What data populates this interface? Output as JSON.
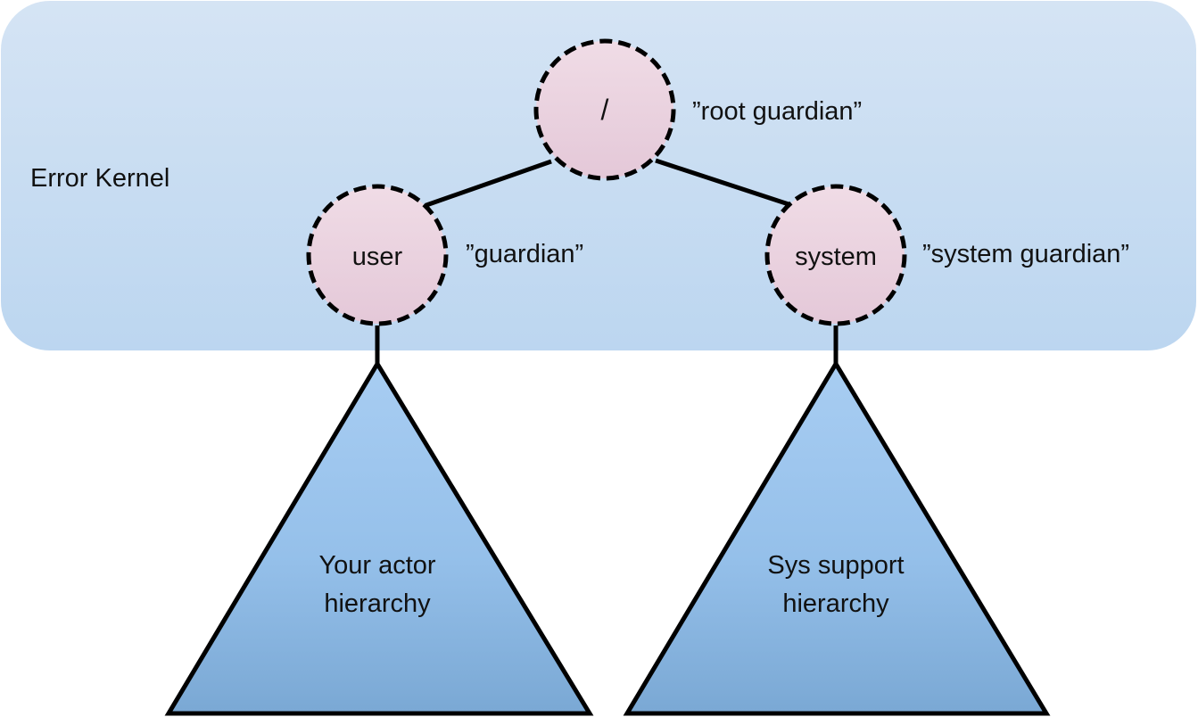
{
  "region": {
    "label": "Error Kernel"
  },
  "nodes": {
    "root": {
      "text": "/",
      "annotation": "”root guardian”"
    },
    "user": {
      "text": "user",
      "annotation": "”guardian”"
    },
    "system": {
      "text": "system",
      "annotation": "”system guardian”"
    }
  },
  "hierarchies": {
    "user": {
      "line1": "Your actor",
      "line2": "hierarchy"
    },
    "system": {
      "line1": "Sys support",
      "line2": "hierarchy"
    }
  },
  "colors": {
    "kernel_top": "#d5e4f4",
    "kernel_bottom": "#bcd6f0",
    "node_fill_top": "#f0dce6",
    "node_fill_bottom": "#e4c8d8",
    "triangle_top": "#a8cdf2",
    "triangle_bottom": "#7aa8d4",
    "stroke": "#000000"
  }
}
